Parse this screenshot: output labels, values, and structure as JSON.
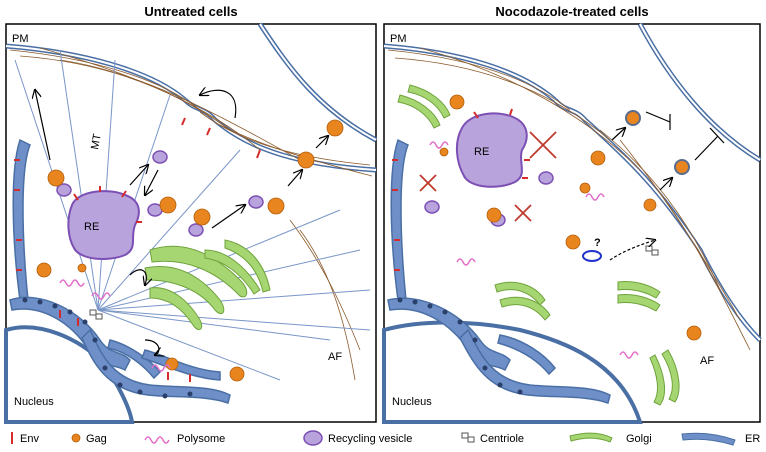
{
  "panels": [
    {
      "title": "Untreated cells",
      "labels": {
        "pm": "PM",
        "mt": "MT",
        "re": "RE",
        "af": "AF",
        "nucleus": "Nucleus"
      }
    },
    {
      "title": "Nocodazole-treated cells",
      "labels": {
        "pm": "PM",
        "re": "RE",
        "af": "AF",
        "nucleus": "Nucleus",
        "question": "?"
      }
    }
  ],
  "legend": [
    {
      "label": "Env",
      "icon": "env-marker-icon",
      "color": "#d62b2b"
    },
    {
      "label": "Gag",
      "icon": "gag-dot-icon",
      "color": "#e8851e"
    },
    {
      "label": "Polysome",
      "icon": "polysome-icon",
      "color": "#e36fc9"
    },
    {
      "label": "Recycling vesicle",
      "icon": "recycling-vesicle-icon",
      "color": "#b89ad6"
    },
    {
      "label": "Centriole",
      "icon": "centriole-icon",
      "color": "#555555"
    },
    {
      "label": "Golgi",
      "icon": "golgi-icon",
      "color": "#8fcc5a"
    },
    {
      "label": "ER",
      "icon": "er-icon",
      "color": "#5a7fb8"
    }
  ],
  "colors": {
    "membrane": "#4a6fa5",
    "er_fill": "#6e8fc7",
    "golgi_fill": "#a6d672",
    "re_fill": "#b9a3dd",
    "re_stroke": "#7b4fb3",
    "actin": "#8b5a2b",
    "microtubule": "#7a96c8",
    "env": "#d62b2b",
    "gag": "#e8851e"
  }
}
